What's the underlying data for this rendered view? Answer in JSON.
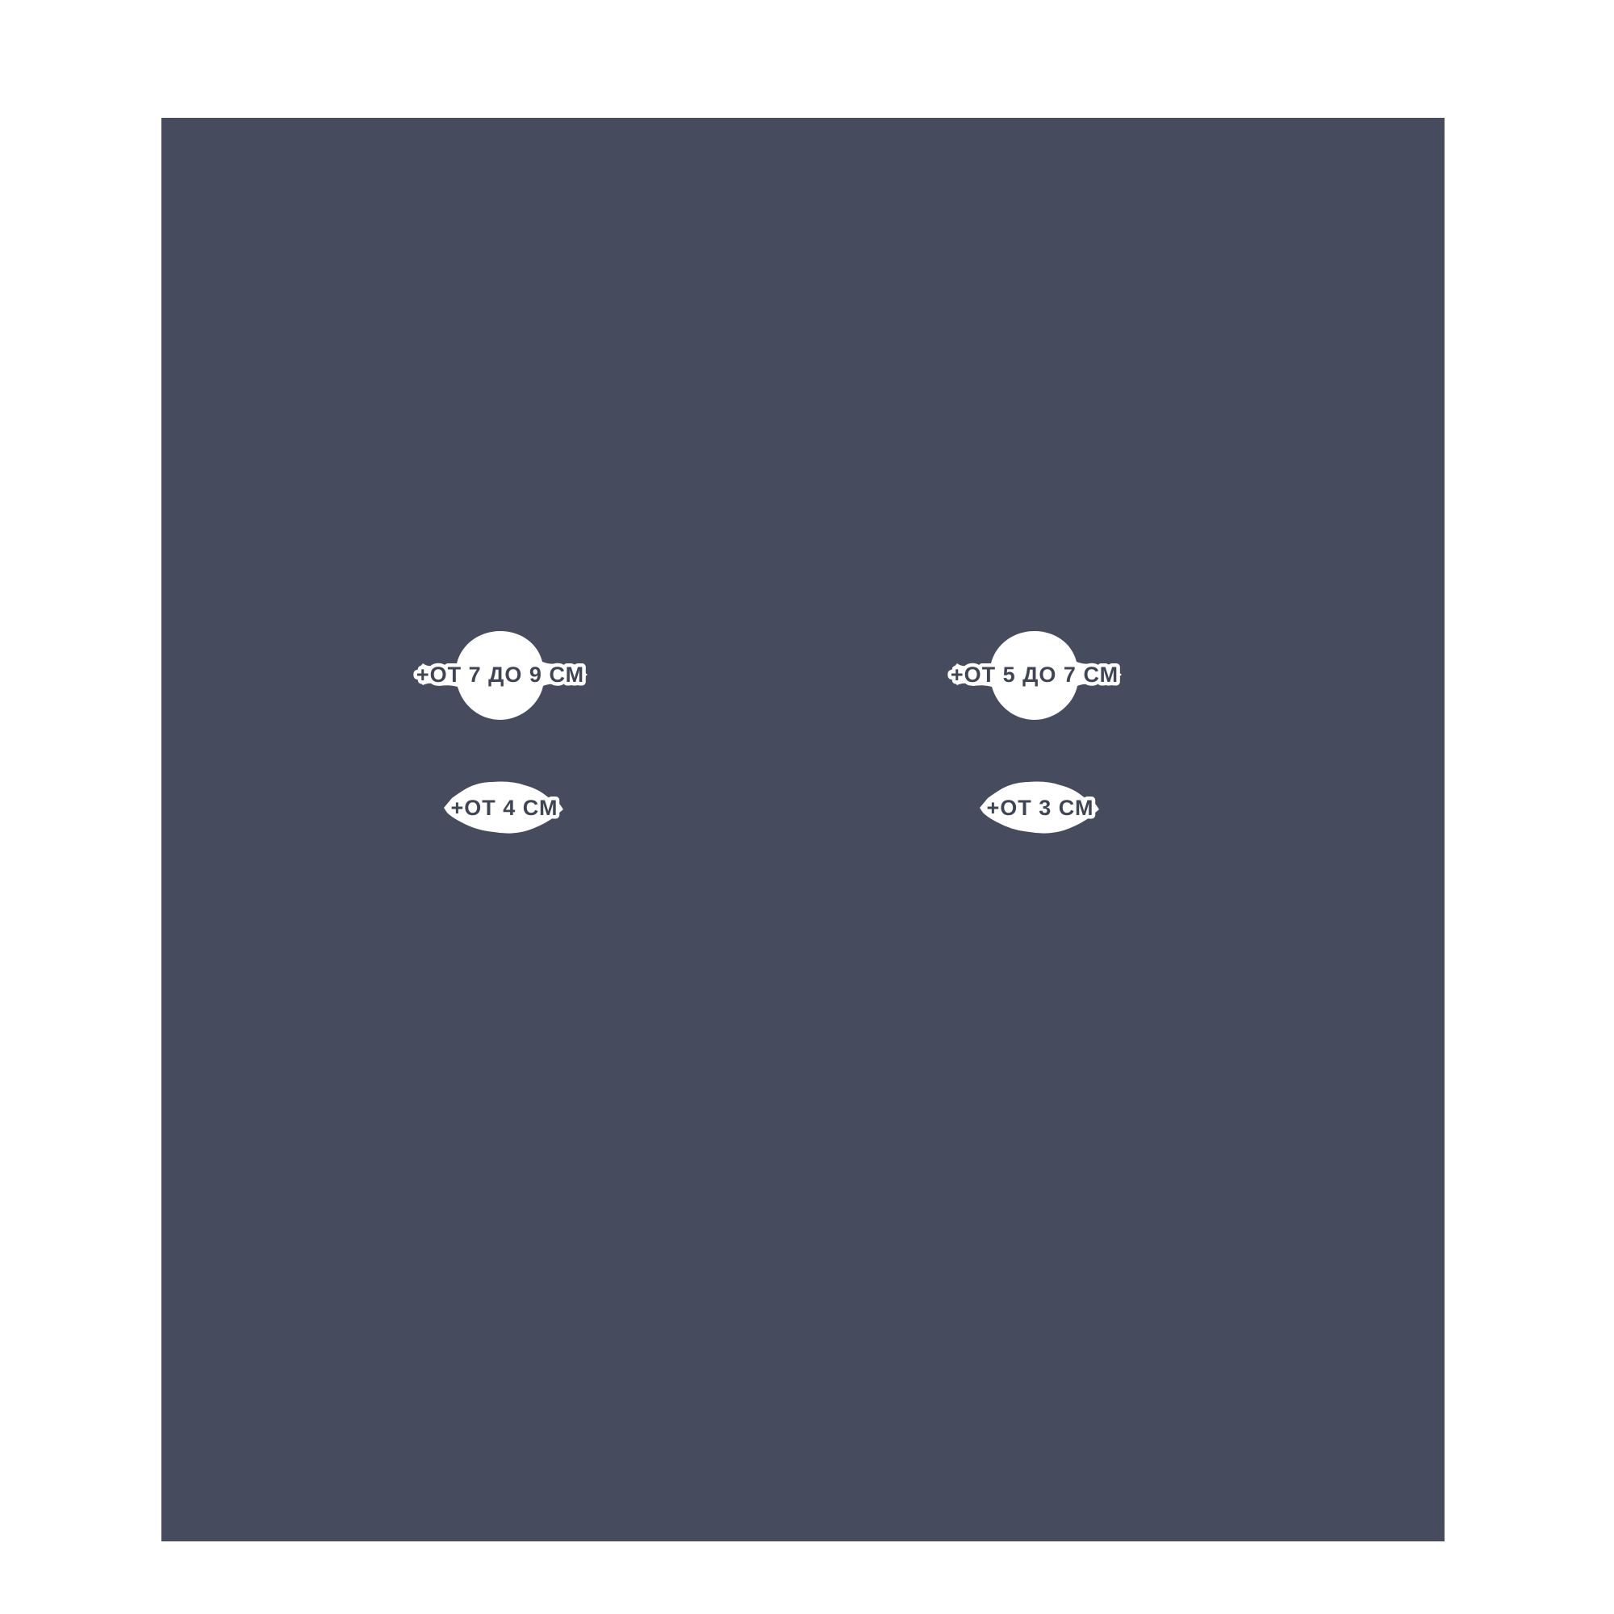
{
  "poster": {
    "colors": {
      "page_background": "#ffffff",
      "panel_background": "#464c5e",
      "blob_fill": "#ffffff",
      "label_text": "#3f4555"
    },
    "callouts": [
      {
        "position": "top-left",
        "label": "+ОТ 7 ДО 9 СМ"
      },
      {
        "position": "top-right",
        "label": "+ОТ 5 ДО 7 СМ"
      },
      {
        "position": "bottom-left",
        "label": "+ОТ 4 СМ"
      },
      {
        "position": "bottom-right",
        "label": "+ОТ 3 СМ"
      }
    ]
  }
}
